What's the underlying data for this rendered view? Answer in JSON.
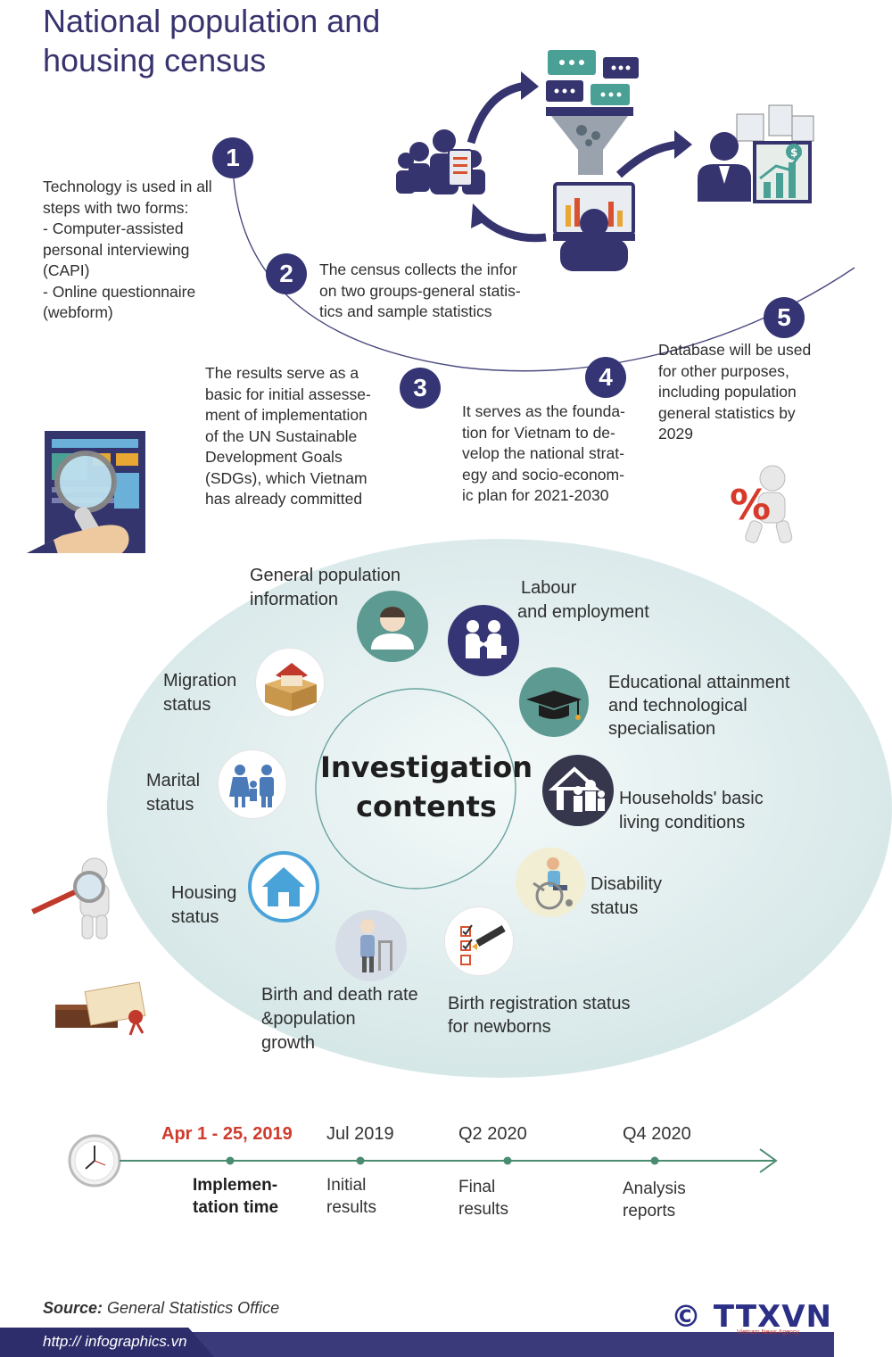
{
  "title": {
    "line1": "National population and",
    "line2": "housing census"
  },
  "steps": [
    {
      "num": "1",
      "lines": [
        "Technology is used in all",
        "steps with two forms:",
        "- Computer-assisted",
        "personal interviewing",
        "(CAPI)",
        "- Online questionnaire",
        "(webform)"
      ]
    },
    {
      "num": "2",
      "lines": [
        "The census collects the infor",
        "on two groups-general statis-",
        "tics and sample statistics"
      ]
    },
    {
      "num": "3",
      "lines": [
        "The results serve as a",
        "basic for initial assesse-",
        "ment of implementation",
        "of the UN Sustainable",
        "Development Goals",
        "(SDGs), which Vietnam",
        "has already committed"
      ]
    },
    {
      "num": "4",
      "lines": [
        "It serves as the founda-",
        "tion for Vietnam to de-",
        "velop the national strat-",
        "egy and socio-econom-",
        "ic plan for 2021-2030"
      ]
    },
    {
      "num": "5",
      "lines": [
        "Database will be used",
        "for other purposes,",
        "including population",
        "general statistics by",
        "2029"
      ]
    }
  ],
  "investigation": {
    "center_line1": "Investigation",
    "center_line2": "contents",
    "topics": [
      {
        "lines": [
          "General population",
          "information"
        ],
        "icon": "person-icon"
      },
      {
        "lines": [
          "Labour",
          "and employment"
        ],
        "icon": "handshake-icon"
      },
      {
        "lines": [
          "Educational attainment",
          "and technological",
          "specialisation"
        ],
        "icon": "graduation-cap-icon"
      },
      {
        "lines": [
          "Households' basic",
          "living conditions"
        ],
        "icon": "family-house-icon"
      },
      {
        "lines": [
          "Disability",
          "status"
        ],
        "icon": "wheelchair-icon"
      },
      {
        "lines": [
          "Birth registration status",
          "for newborns"
        ],
        "icon": "checklist-icon"
      },
      {
        "lines": [
          "Birth and death rate",
          "&population",
          "growth"
        ],
        "icon": "elderly-person-icon"
      },
      {
        "lines": [
          "Housing",
          "status"
        ],
        "icon": "house-icon"
      },
      {
        "lines": [
          "Marital",
          "status"
        ],
        "icon": "couple-icon"
      },
      {
        "lines": [
          "Migration",
          "status"
        ],
        "icon": "moving-box-icon"
      }
    ]
  },
  "timeline": [
    {
      "date": "Apr 1 - 25, 2019",
      "lines": [
        "Implemen-",
        "tation time"
      ],
      "active": true
    },
    {
      "date": "Jul 2019",
      "lines": [
        "Initial",
        "results"
      ]
    },
    {
      "date": "Q2 2020",
      "lines": [
        "Final",
        "results"
      ]
    },
    {
      "date": "Q4 2020",
      "lines": [
        "Analysis",
        "reports"
      ]
    }
  ],
  "source": {
    "label": "Source:",
    "value": "General Statistics Office"
  },
  "footer": {
    "url": "http:// infographics.vn",
    "copyright": "©",
    "logo": "TTXVN",
    "logo_sub": "Vietnam News Agency"
  },
  "colors": {
    "navy": "#353575",
    "teal": "#5d9a92",
    "ellipse": "#d9e9ea",
    "accent_red": "#cf3b2c",
    "timeline": "#4a8c6f"
  }
}
